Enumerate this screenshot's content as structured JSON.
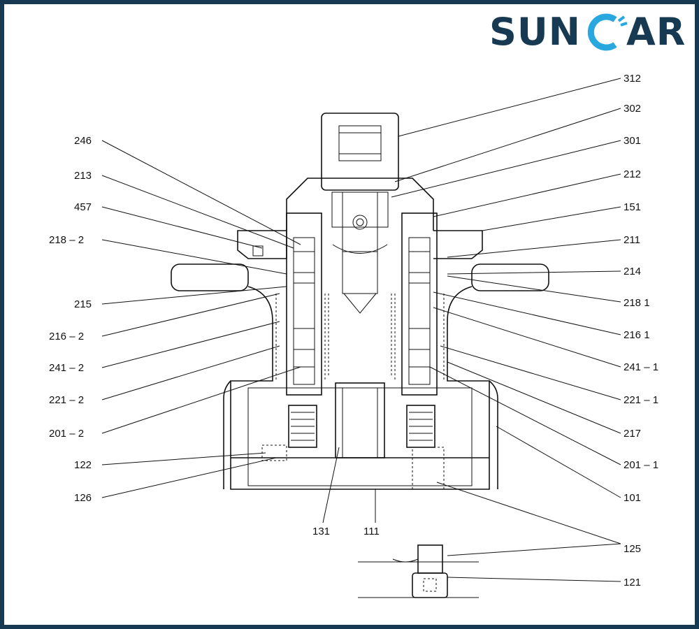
{
  "brand": {
    "logo_text": "SUNCAR",
    "colors": {
      "dark": "#173a52",
      "accent": "#29a8e0"
    }
  },
  "diagram": {
    "labels_left": [
      "246",
      "213",
      "457",
      "218 – 2",
      "215",
      "216 – 2",
      "241 – 2",
      "221 – 2",
      "201 – 2",
      "122",
      "126"
    ],
    "labels_right": [
      "312",
      "302",
      "301",
      "212",
      "151",
      "211",
      "214",
      "218  1",
      "216  1",
      "241 – 1",
      "221 – 1",
      "217",
      "201 – 1",
      "101",
      "125",
      "121"
    ],
    "labels_bottom": [
      "131",
      "111"
    ]
  }
}
